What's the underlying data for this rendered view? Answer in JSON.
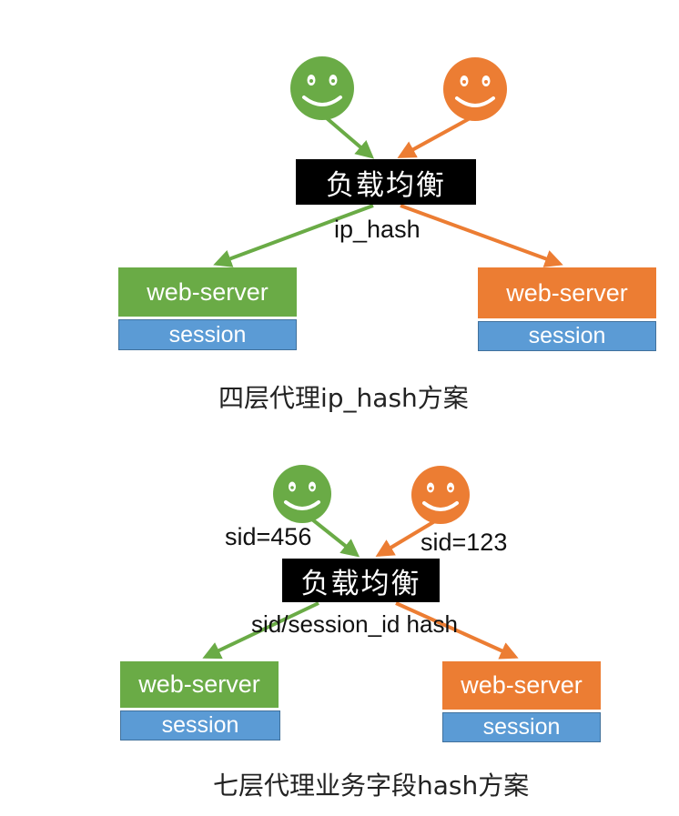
{
  "colors": {
    "green": "#6aab46",
    "orange": "#ec7d33",
    "session_blue": "#5b9bd5",
    "balancer_black": "#000000"
  },
  "top": {
    "clients": [
      {
        "icon": "smiley-face-icon",
        "color": "green"
      },
      {
        "icon": "smiley-face-icon",
        "color": "orange"
      }
    ],
    "balancer_label": "负载均衡",
    "hash_label": "ip_hash",
    "servers": [
      {
        "name": "web-server",
        "session": "session",
        "color": "green"
      },
      {
        "name": "web-server",
        "session": "session",
        "color": "orange"
      }
    ],
    "caption": "四层代理ip_hash方案"
  },
  "bottom": {
    "clients": [
      {
        "icon": "smiley-face-icon",
        "color": "green",
        "label": "sid=456"
      },
      {
        "icon": "smiley-face-icon",
        "color": "orange",
        "label": "sid=123"
      }
    ],
    "balancer_label": "负载均衡",
    "hash_label": "sid/session_id hash",
    "servers": [
      {
        "name": "web-server",
        "session": "session",
        "color": "green"
      },
      {
        "name": "web-server",
        "session": "session",
        "color": "orange"
      }
    ],
    "caption": "七层代理业务字段hash方案"
  }
}
